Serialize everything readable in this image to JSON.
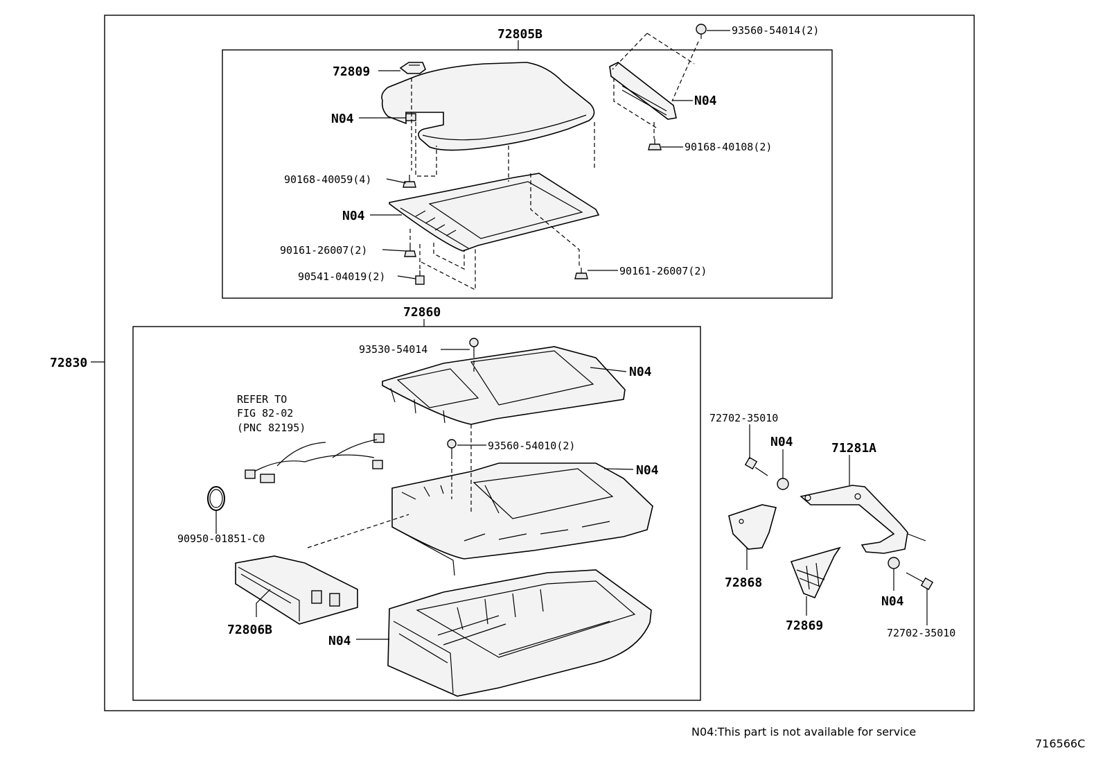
{
  "callouts": {
    "c72830": "72830",
    "c72805B": "72805B",
    "c72809": "72809",
    "c93560_54014": "93560-54014(2)",
    "c_n04_lid": "N04",
    "c_n04_hinge": "N04",
    "c90168_40108": "90168-40108(2)",
    "c90168_40059": "90168-40059(4)",
    "c_n04_base": "N04",
    "c90161_26007_l": "90161-26007(2)",
    "c90541_04019": "90541-04019(2)",
    "c90161_26007_r": "90161-26007(2)",
    "c72860": "72860",
    "c93530_54014": "93530-54014",
    "c_n04_tray": "N04",
    "c_ref_1": "REFER TO",
    "c_ref_2": "FIG 82-02",
    "c_ref_3": "(PNC 82195)",
    "c93560_54010": "93560-54010(2)",
    "c_n04_box": "N04",
    "c90950_01851": "90950-01851-C0",
    "c72806B": "72806B",
    "c_n04_bottom": "N04",
    "c72702_35010_top": "72702-35010",
    "c_n04_nut_top": "N04",
    "c71281A": "71281A",
    "c72868": "72868",
    "c72869": "72869",
    "c_n04_nut_bot": "N04",
    "c72702_35010_bot": "72702-35010"
  },
  "footer": {
    "note": "N04:This part is not available for service",
    "diagram_id": "716566C"
  }
}
